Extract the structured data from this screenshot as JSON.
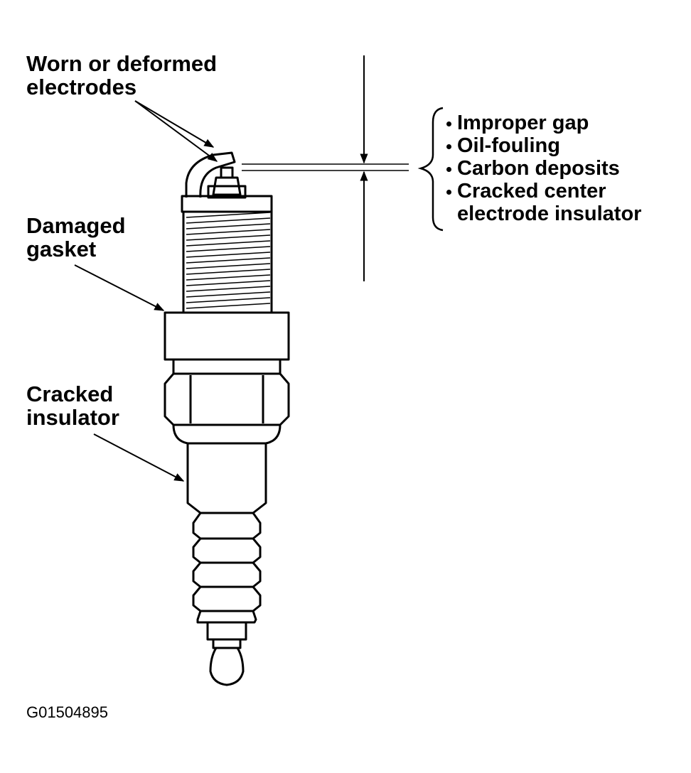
{
  "labels": {
    "electrodes": [
      "Worn or deformed",
      "electrodes"
    ],
    "gasket": [
      "Damaged",
      "gasket"
    ],
    "insulator": [
      "Cracked",
      "insulator"
    ]
  },
  "causes": [
    "Improper gap",
    "Oil-fouling",
    "Carbon deposits",
    "Cracked center",
    "electrode insulator"
  ],
  "figure_id": "G01504895"
}
